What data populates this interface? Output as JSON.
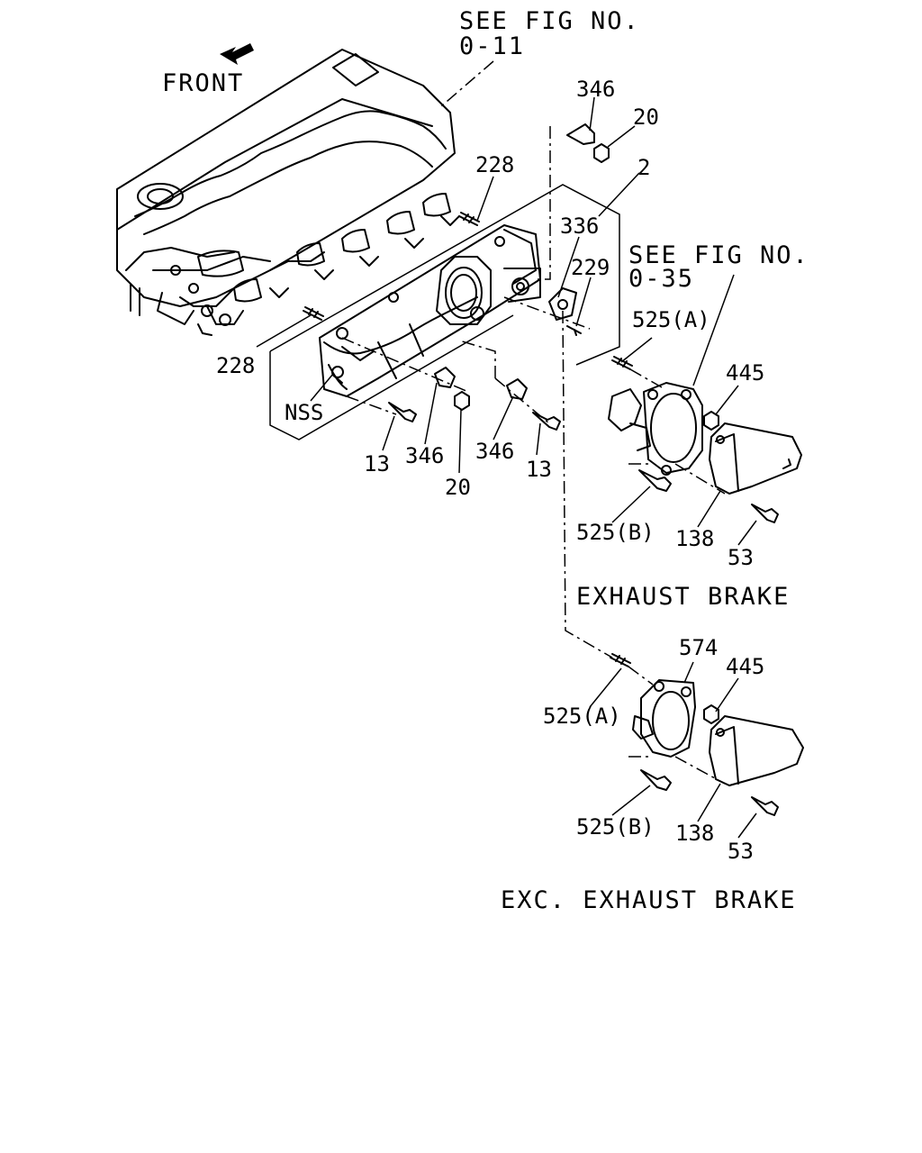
{
  "notes": {
    "see_fig_1_line1": "SEE FIG NO.",
    "see_fig_1_line2": "0-11",
    "see_fig_2_line1": "SEE FIG NO.",
    "see_fig_2_line2": "0-35",
    "front": "FRONT"
  },
  "captions": {
    "exhaust_brake": "EXHAUST BRAKE",
    "exc_exhaust_brake": "EXC. EXHAUST BRAKE"
  },
  "callouts": {
    "c346_top": "346",
    "c20_top": "20",
    "c2": "2",
    "c228_top": "228",
    "c336": "336",
    "c229": "229",
    "c525a_1": "525(A)",
    "c445_1": "445",
    "c228_left": "228",
    "c_nss": "NSS",
    "c13_left": "13",
    "c346_mid1": "346",
    "c20_mid": "20",
    "c346_mid2": "346",
    "c13_mid": "13",
    "c525b_1": "525(B)",
    "c138_1": "138",
    "c53_1": "53",
    "c574": "574",
    "c445_2": "445",
    "c525a_2": "525(A)",
    "c525b_2": "525(B)",
    "c138_2": "138",
    "c53_2": "53"
  }
}
